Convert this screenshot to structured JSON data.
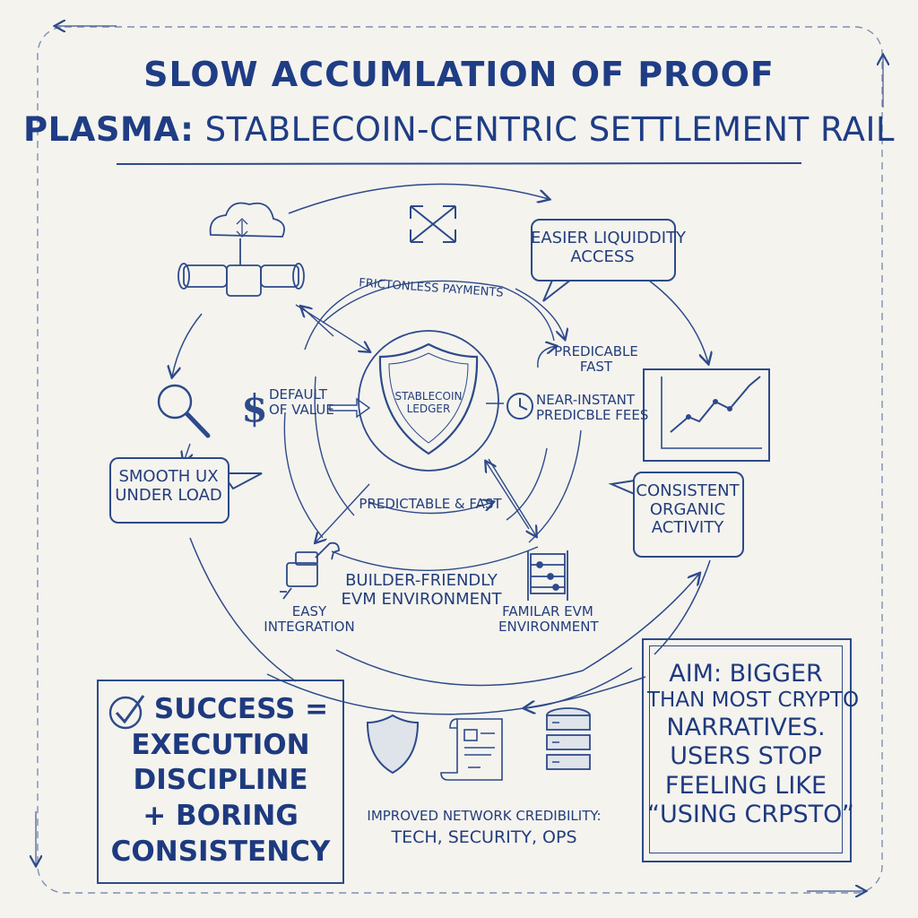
{
  "title": {
    "line1": "SLOW ACCUMLATION OF PROOF",
    "line2_bold": "PLASMA:",
    "line2_rest": " STABLECOIN-CENTRIC SETTLEMENT RAIL"
  },
  "center": {
    "ledger_l1": "STABLECOIN",
    "ledger_l2": "LEDGER"
  },
  "inner_ring": {
    "top_arc": "FRICTONLESS PAYMENTS",
    "bottom_arc": "PREDICTABLE & FAST",
    "default_l1": "DEFAULT",
    "default_l2": "OF VALUE",
    "predicable_l1": "PREDICABLE",
    "predicable_l2": "FAST",
    "fees_l1": "NEAR-INSTANT",
    "fees_l2": "PREDICBLE FEES",
    "builder_l1": "BUILDER-FRIENDLY",
    "builder_l2": "EVM ENVIRONMENT",
    "easy_l1": "EASY",
    "easy_l2": "INTEGRATION",
    "familiar_l1": "FAMILAR EVM",
    "familiar_l2": "ENVIRONMENT"
  },
  "bubbles": {
    "liquidity_l1": "EASIER LIQUIDDITY",
    "liquidity_l2": "ACCESS",
    "smooth_l1": "SMOOTH UX",
    "smooth_l2": "UNDER LOAD",
    "organic_l1": "CONSISTENT",
    "organic_l2": "ORGANIC",
    "organic_l3": "ACTIVITY"
  },
  "success": {
    "l1": "SUCCESS =",
    "l2": "EXECUTION",
    "l3": "DISCIPLINE",
    "l4": "+ BORING",
    "l5": "CONSISTENCY"
  },
  "aim": {
    "l1": "AIM: BIGGER",
    "l2": "THAN MOST CRYPTO",
    "l3": "NARRATIVES.",
    "l4": "USERS STOP",
    "l5": "FEELING LIKE",
    "l6": "“USING CRPSTO”"
  },
  "credibility": {
    "l1": "IMPROVED NETWORK CREDIBILITY:",
    "l2": "TECH, SECURITY, OPS"
  },
  "colors": {
    "ink": "#233d7c",
    "paper": "#f4f3ee",
    "accent": "#1f3d85"
  }
}
